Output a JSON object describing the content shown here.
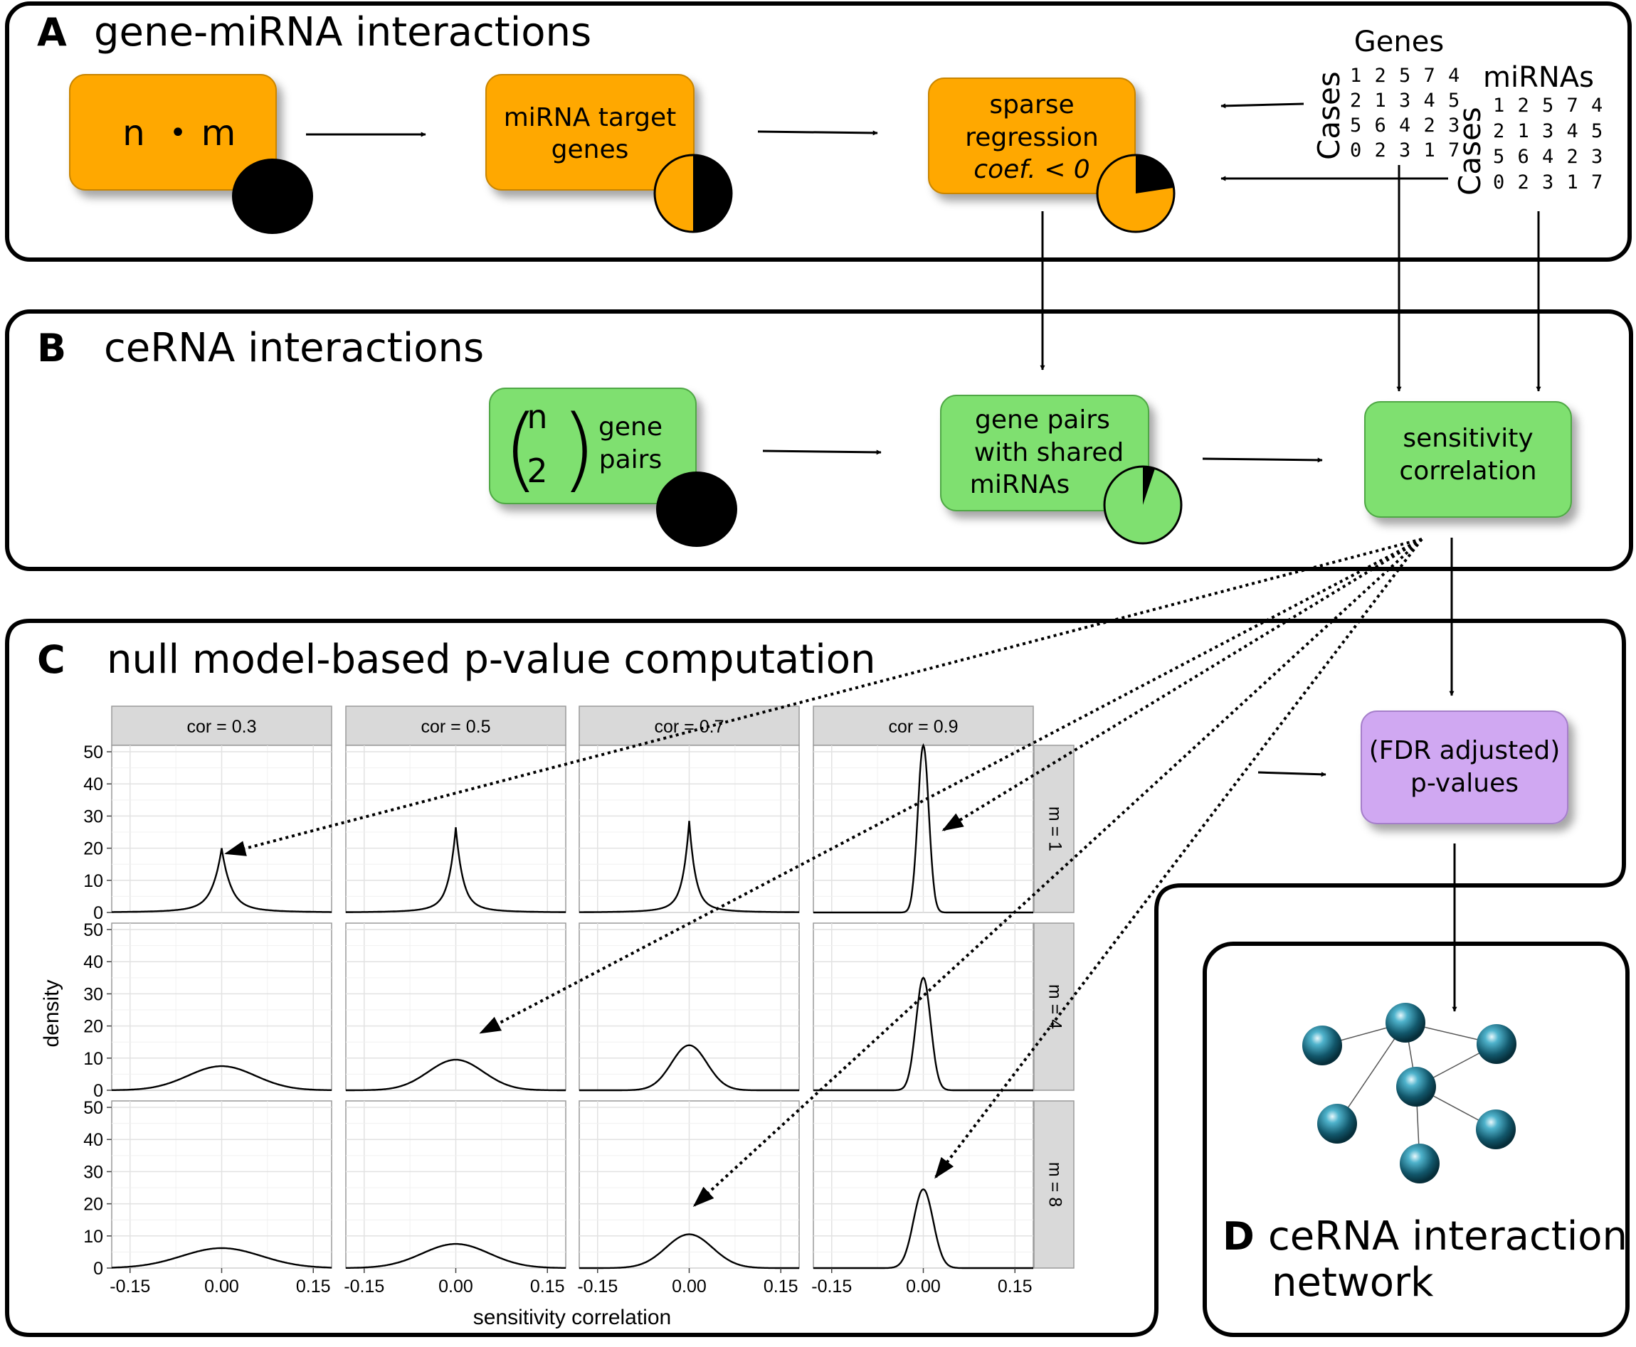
{
  "panels": {
    "a": {
      "letter": "A",
      "title": "gene-miRNA interactions"
    },
    "b": {
      "letter": "B",
      "title": "ceRNA interactions"
    },
    "c": {
      "letter": "C",
      "title": "null model-based p-value computation"
    },
    "d": {
      "letter": "D",
      "title_line1": "ceRNA interaction",
      "title_line2": "network"
    }
  },
  "boxes": {
    "nm": {
      "left": "n",
      "dot": "•",
      "right": "m"
    },
    "targets": {
      "line1": "miRNA target",
      "line2": "genes"
    },
    "sparse": {
      "line1": "sparse",
      "line2": "regression",
      "line3": "coef. < 0"
    },
    "pairs": {
      "binom_top": "n",
      "binom_bottom": "2",
      "line1": "gene",
      "line2": "pairs"
    },
    "shared": {
      "line1": "gene pairs",
      "line2": "with shared",
      "line3": "miRNAs"
    },
    "sensitivity": {
      "line1": "sensitivity",
      "line2": "correlation"
    },
    "pvalues": {
      "line1": "(FDR adjusted)",
      "line2": "p-values"
    }
  },
  "matrices": {
    "genes": {
      "title": "Genes",
      "side": "Cases",
      "rows": [
        "1 2 5 7 4",
        "2 1 3 4 5",
        "5 6 4 2 3",
        "0 2 3 1 7"
      ]
    },
    "mirnas": {
      "title": "miRNAs",
      "side": "Cases",
      "rows": [
        "1 2 5 7 4",
        "2 1 3 4 5",
        "5 6 4 2 3",
        "0 2 3 1 7"
      ]
    }
  },
  "colors": {
    "orange": "#FFA800",
    "green": "#7FE070",
    "purple": "#D0A8F2",
    "strip": "#D9D9D9",
    "node": "#1A6E85"
  },
  "chart_data": {
    "type": "line",
    "xlabel": "sensitivity correlation",
    "ylabel": "density",
    "xlim": [
      -0.18,
      0.18
    ],
    "ylim": [
      0,
      52
    ],
    "x_ticks": [
      "-0.15",
      "0.00",
      "0.15"
    ],
    "y_ticks": [
      "0",
      "10",
      "20",
      "30",
      "40",
      "50"
    ],
    "col_strips": [
      "cor = 0.3",
      "cor = 0.5",
      "cor = 0.7",
      "cor = 0.9"
    ],
    "row_strips": [
      "m = 1",
      "m = 4",
      "m = 8"
    ],
    "grid": true,
    "series": [
      {
        "cor": 0.3,
        "m": 1,
        "peak": 20,
        "width": 0.025
      },
      {
        "cor": 0.5,
        "m": 1,
        "peak": 26.5,
        "width": 0.019
      },
      {
        "cor": 0.7,
        "m": 1,
        "peak": 28.5,
        "width": 0.017
      },
      {
        "cor": 0.9,
        "m": 1,
        "peak": 52,
        "width": 0.009
      },
      {
        "cor": 0.3,
        "m": 4,
        "peak": 7.5,
        "width": 0.055
      },
      {
        "cor": 0.5,
        "m": 4,
        "peak": 9.5,
        "width": 0.045
      },
      {
        "cor": 0.7,
        "m": 4,
        "peak": 14,
        "width": 0.029
      },
      {
        "cor": 0.9,
        "m": 4,
        "peak": 35,
        "width": 0.012
      },
      {
        "cor": 0.3,
        "m": 8,
        "peak": 6.2,
        "width": 0.065
      },
      {
        "cor": 0.5,
        "m": 8,
        "peak": 7.5,
        "width": 0.055
      },
      {
        "cor": 0.7,
        "m": 8,
        "peak": 10.5,
        "width": 0.038
      },
      {
        "cor": 0.9,
        "m": 8,
        "peak": 24.5,
        "width": 0.016
      }
    ]
  }
}
